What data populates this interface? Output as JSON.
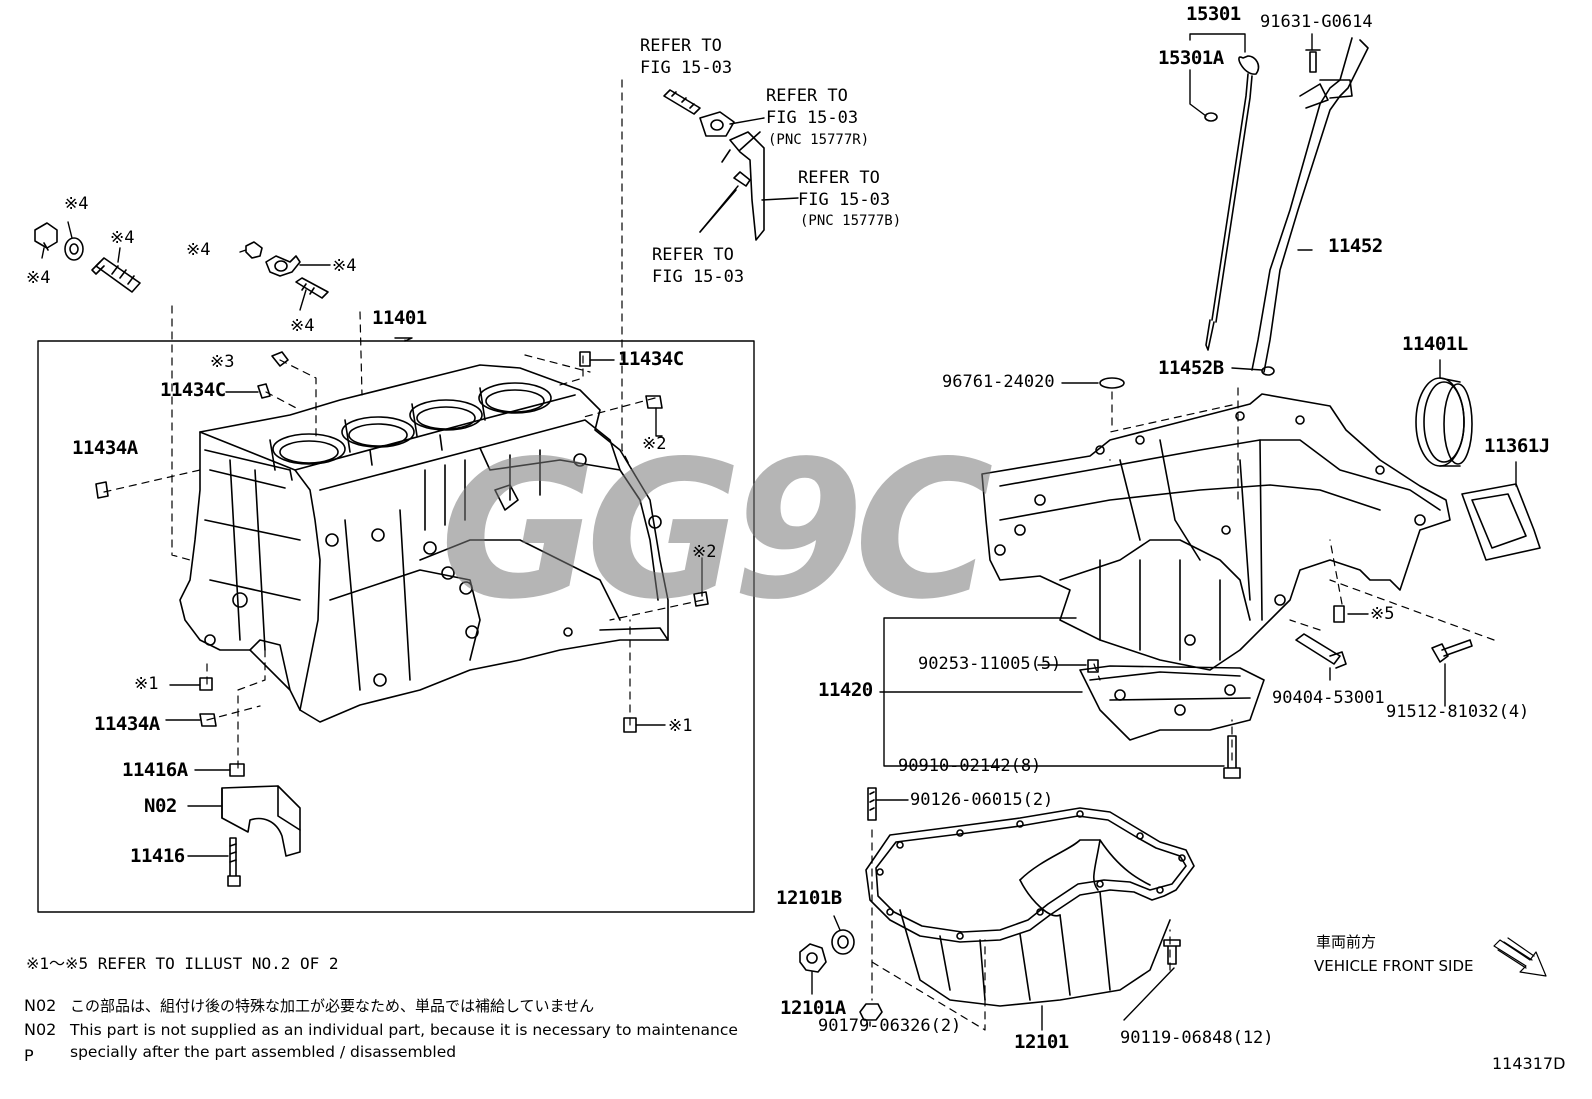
{
  "labels": {
    "p15301": "15301",
    "p15301A": "15301A",
    "p91631": "91631-G0614",
    "refer1_l1": "REFER TO",
    "refer1_l2": "FIG 15-03",
    "refer2_l1": "REFER TO",
    "refer2_l2": "FIG 15-03",
    "refer2_l3": "(PNC 15777R)",
    "refer3_l1": "REFER TO",
    "refer3_l2": "FIG 15-03",
    "refer3_l3": "(PNC 15777B)",
    "refer4_l1": "REFER TO",
    "refer4_l2": "FIG 15-03",
    "p11452": "11452",
    "p11452B": "11452B",
    "p96761": "96761-24020",
    "p11401L": "11401L",
    "p11361J": "11361J",
    "p11401": "11401",
    "p11434C_a": "11434C",
    "p11434C_b": "11434C",
    "p11434A_a": "11434A",
    "p11434A_b": "11434A",
    "p11416A": "11416A",
    "pN02": "N02",
    "p11416": "11416",
    "m4_a": "※4",
    "m4_b": "※4",
    "m4_c": "※4",
    "m4_d": "※4",
    "m4_e": "※4",
    "m4_f": "※4",
    "m3": "※3",
    "m2_a": "※2",
    "m2_b": "※2",
    "m1_a": "※1",
    "m1_b": "※1",
    "m5": "※5",
    "p11420": "11420",
    "p90253": "90253-11005(5)",
    "p90910": "90910-02142(8)",
    "p90404": "90404-53001",
    "p91512": "91512-81032(4)",
    "p90126": "90126-06015(2)",
    "p12101B": "12101B",
    "p12101A": "12101A",
    "p12101": "12101",
    "p90179": "90179-06326(2)",
    "p90119": "90119-06848(12)",
    "front_jp": "車両前方",
    "front_en": "VEHICLE FRONT SIDE",
    "fig_no": "114317D"
  },
  "notes": {
    "refer": "※1～※5 REFER TO ILLUST NO.2 OF 2",
    "n02_jp_code": "N02",
    "n02_jp": "この部品は、組付け後の特殊な加工が必要なため、単品では補給していません",
    "n02_en_code": "N02",
    "n02_en_1": "This part is not supplied as an individual part, because it is necessary to maintenance",
    "n02_en_2": "specially after the part assembled / disassembled",
    "p": "P"
  },
  "watermark": "GG9C",
  "colors": {
    "line": "#000000",
    "watermark": "#8a8a8a"
  }
}
